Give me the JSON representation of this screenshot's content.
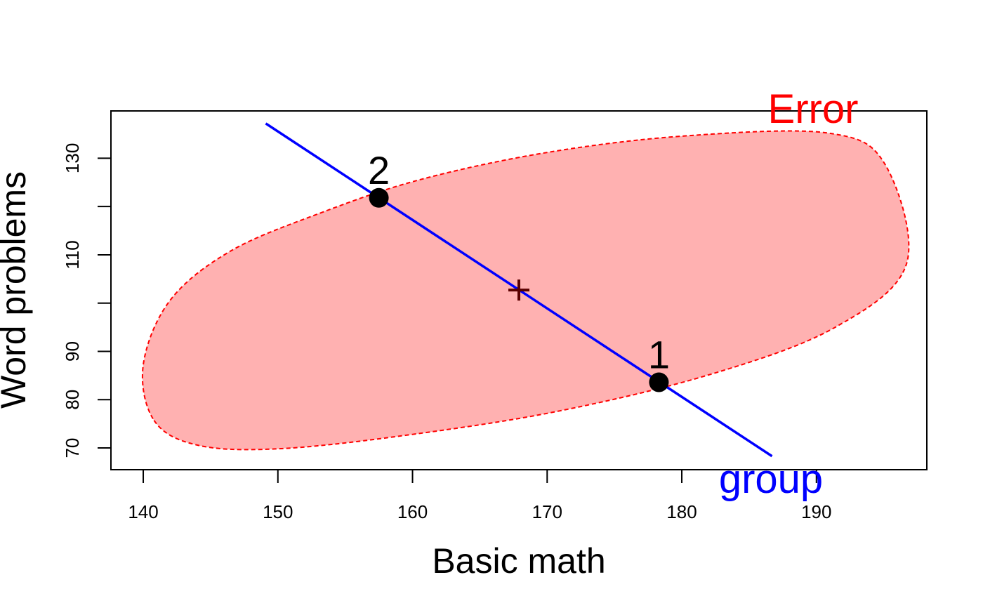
{
  "chart_data": {
    "type": "scatter",
    "title": "",
    "xlabel": "Basic math",
    "ylabel": "Word problems",
    "xlim": [
      137.6,
      198.2
    ],
    "ylim": [
      65.5,
      139.8
    ],
    "x_ticks": [
      140,
      150,
      160,
      170,
      180,
      190
    ],
    "y_ticks": [
      70,
      80,
      90,
      100,
      110,
      120,
      130
    ],
    "y_tick_labels": [
      "70",
      "80",
      "90",
      "",
      "110",
      "",
      "130"
    ],
    "grid": false,
    "points": [
      {
        "label": "2",
        "x": 157.5,
        "y": 121.8
      },
      {
        "label": "1",
        "x": 178.3,
        "y": 83.6
      }
    ],
    "center": {
      "x": 167.9,
      "y": 102.7
    },
    "group_line": {
      "name": "group",
      "color": "#0000ff",
      "from": {
        "x": 149.1,
        "y": 137.2
      },
      "to": {
        "x": 186.7,
        "y": 68.3
      }
    },
    "error_ellipse": {
      "name": "Error",
      "border_color": "#ff0000",
      "fill_color": "#ffb1b1",
      "outline": [
        [
          140.8,
          75.7
        ],
        [
          144.0,
          70.6
        ],
        [
          149.8,
          69.8
        ],
        [
          158.9,
          72.4
        ],
        [
          170.6,
          77.5
        ],
        [
          182.2,
          85.3
        ],
        [
          191.4,
          95.0
        ],
        [
          196.7,
          108.2
        ],
        [
          195.1,
          128.7
        ],
        [
          190.9,
          135.2
        ],
        [
          180.6,
          134.7
        ],
        [
          170.2,
          131.3
        ],
        [
          160.6,
          125.6
        ],
        [
          153.1,
          118.6
        ],
        [
          146.5,
          110.8
        ],
        [
          142.0,
          100.6
        ],
        [
          140.0,
          87.2
        ]
      ]
    }
  }
}
